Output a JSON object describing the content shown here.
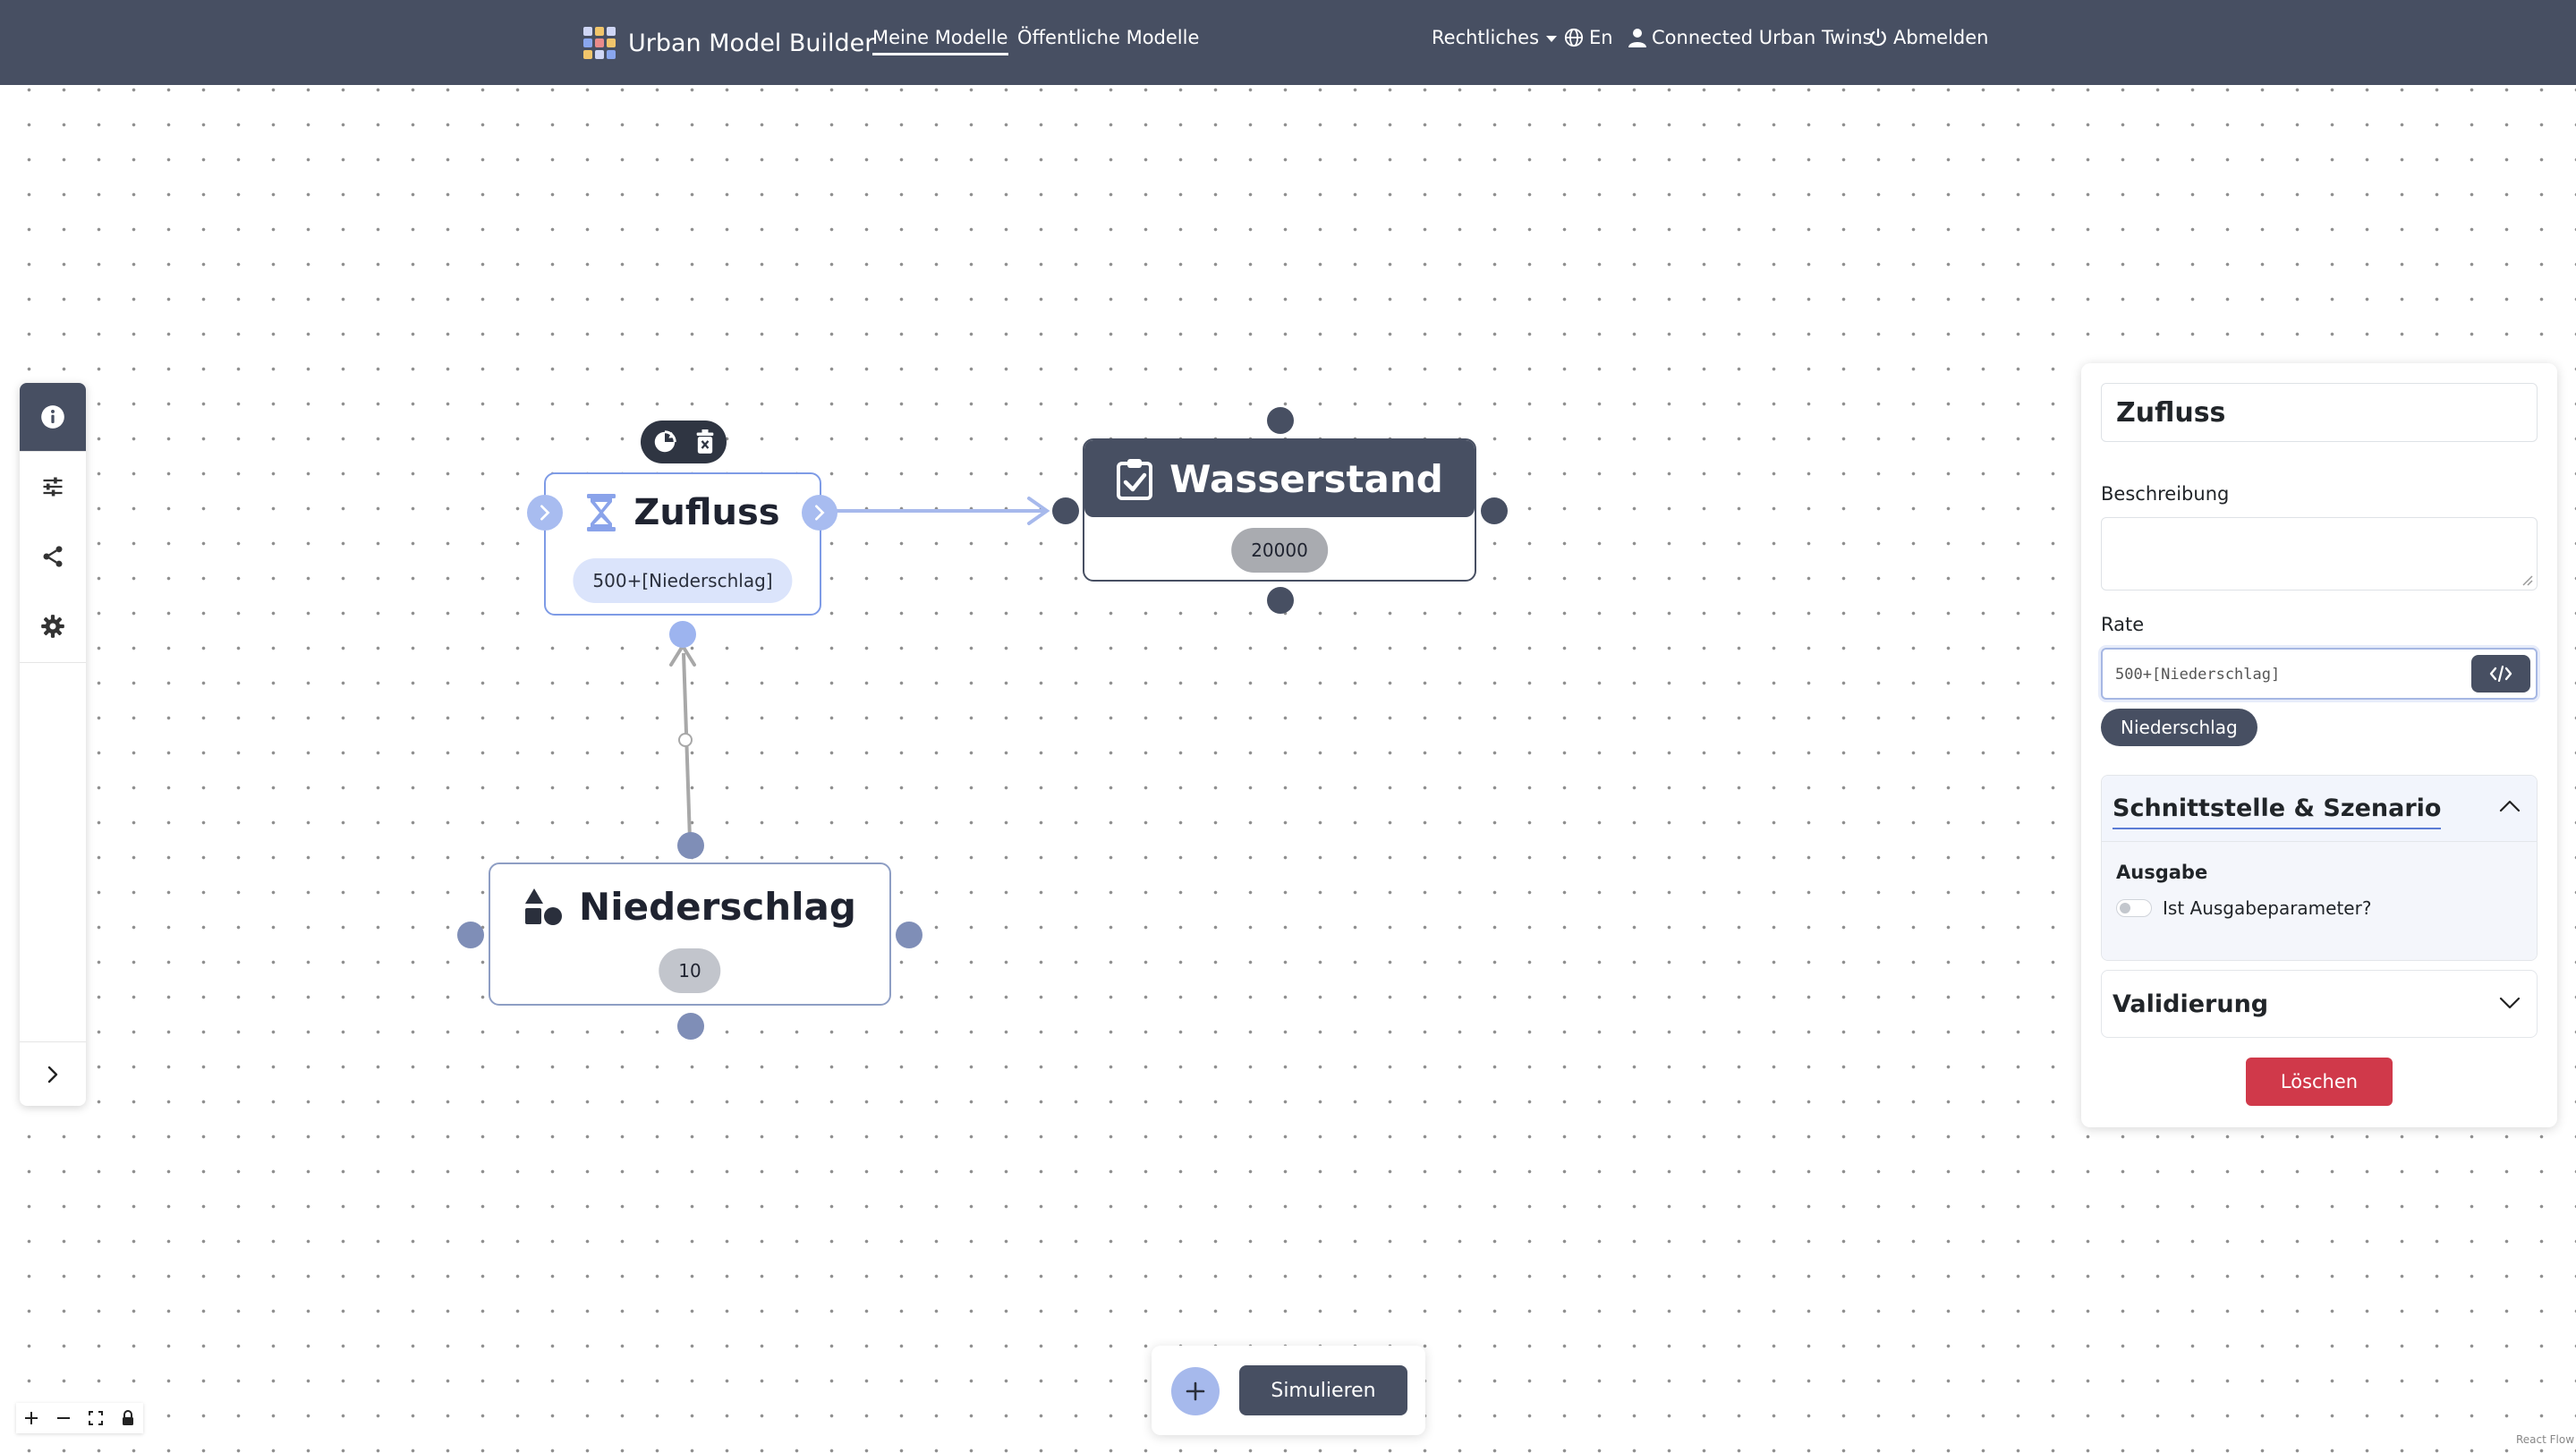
{
  "navbar": {
    "brand": "Urban Model Builder",
    "links": [
      "Meine Modelle",
      "Öffentliche Modelle"
    ],
    "legal": "Rechtliches",
    "language": "En",
    "user": "Connected Urban Twins",
    "logout": "Abmelden"
  },
  "nodes": {
    "zufluss": {
      "title": "Zufluss",
      "value": "500+[Niederschlag]"
    },
    "wasserstand": {
      "title": "Wasserstand",
      "value": "20000"
    },
    "niederschlag": {
      "title": "Niederschlag",
      "value": "10"
    }
  },
  "panel": {
    "name": "Zufluss",
    "description_label": "Beschreibung",
    "rate_label": "Rate",
    "rate_value": "500+[Niederschlag]",
    "chip": "Niederschlag",
    "section_interface": "Schnittstelle & Szenario",
    "output_title": "Ausgabe",
    "output_toggle_label": "Ist Ausgabeparameter?",
    "section_validation": "Validierung",
    "delete_button": "Löschen"
  },
  "bottom": {
    "simulate_button": "Simulieren"
  },
  "attribution": "React Flow",
  "colors": {
    "navbar": "#474f62",
    "selected_node_border": "#7e9be6",
    "delete": "#d0394a",
    "accent_light": "#a6b9ec"
  }
}
